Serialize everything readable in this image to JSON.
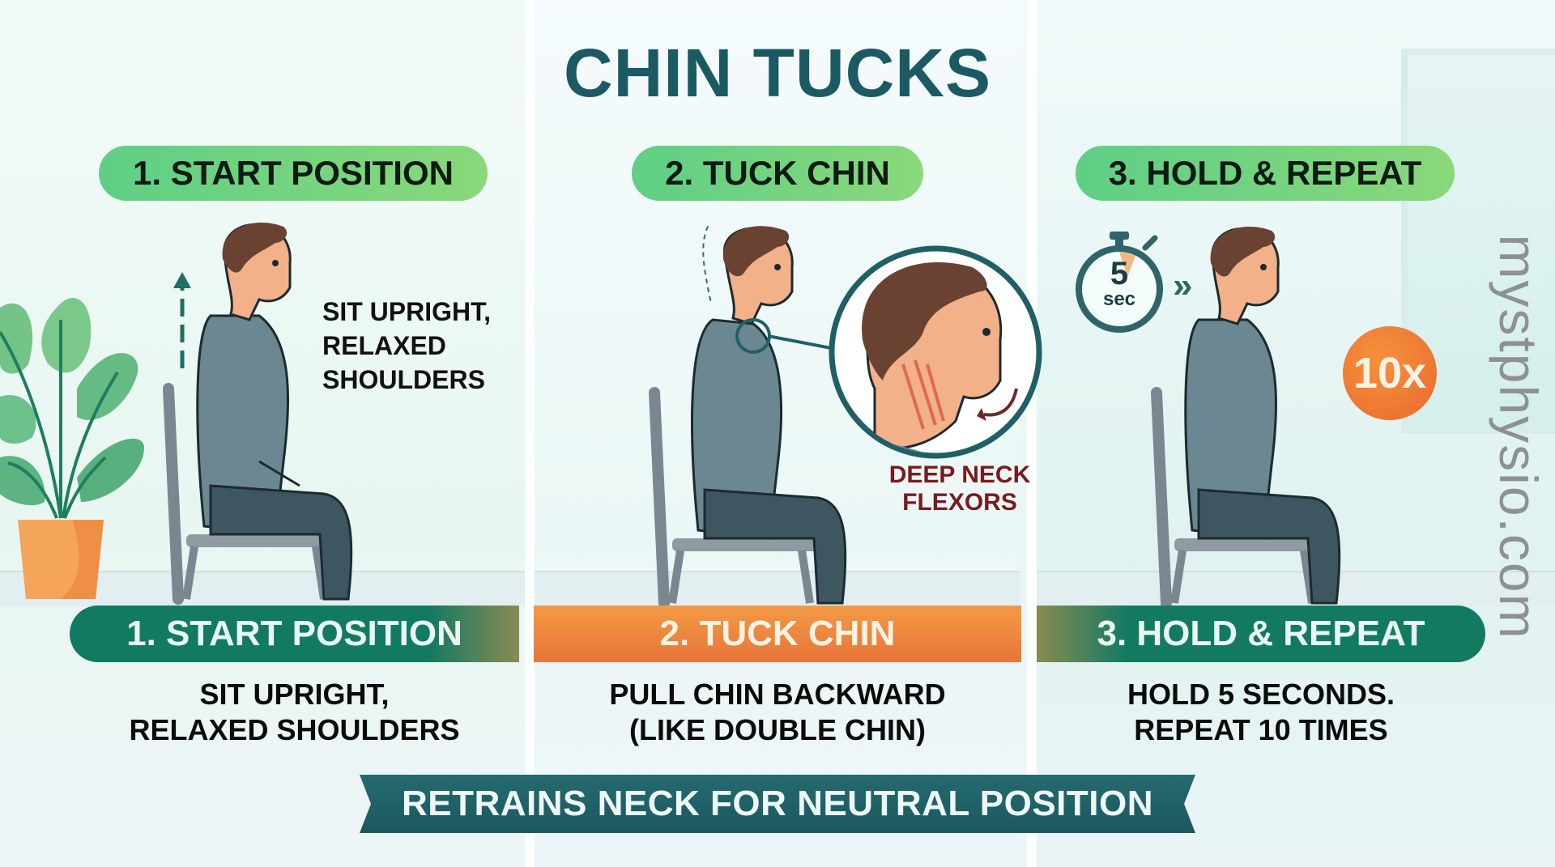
{
  "title": "CHIN TUCKS",
  "steps": [
    {
      "pill_label": "1. START POSITION",
      "bar_label": "1. START POSITION",
      "description": [
        "SIT UPRIGHT,",
        "RELAXED SHOULDERS"
      ],
      "side_note": [
        "SIT UPRIGHT,",
        "RELAXED",
        "SHOULDERS"
      ]
    },
    {
      "pill_label": "2. TUCK CHIN",
      "bar_label": "2. TUCK CHIN",
      "description": [
        "PULL CHIN BACKWARD",
        "(LIKE DOUBLE CHIN)"
      ],
      "callout": [
        "DEEP NECK",
        "FLEXORS"
      ]
    },
    {
      "pill_label": "3. HOLD & REPEAT",
      "bar_label": "3. HOLD & REPEAT",
      "description": [
        "HOLD 5 SECONDS.",
        "REPEAT 10 TIMES"
      ],
      "timer": {
        "value": "5",
        "unit": "sec"
      },
      "arrow_glyph": "»",
      "repeat_badge": "10x"
    }
  ],
  "banner": "RETRAINS NECK FOR NEUTRAL POSITION",
  "watermark": "mystphysio.com",
  "colors": {
    "title": "#1b5a62",
    "pill_green": "#6dd37f",
    "bar_green": "#137a62",
    "bar_orange": "#ed7f3c",
    "banner_teal": "#1f5f66",
    "callout_red": "#7a1a1f",
    "badge_orange": "#ef7a33"
  },
  "icons": {
    "plant": "potted-plant-icon",
    "stopwatch": "stopwatch-icon",
    "person": "seated-person-figure",
    "chair": "chair-icon",
    "magnifier": "zoom-circle-callout"
  }
}
